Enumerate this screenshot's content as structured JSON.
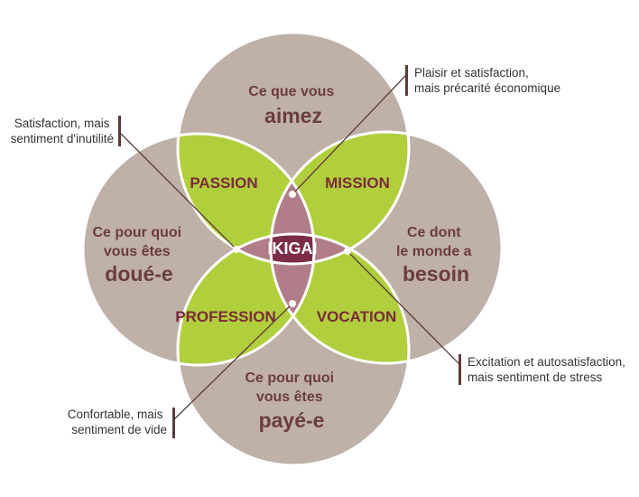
{
  "colors": {
    "circle": "#bfb1a8",
    "overlap": "#b1cf3c",
    "triple": "#b17d88",
    "center": "#7c2c45",
    "lines": "#5b3b3b",
    "circle_text": "#6b3d3d",
    "overlap_text": "#7a2a3c"
  },
  "circles": {
    "top": {
      "line1": "Ce que vous",
      "line2": "aimez"
    },
    "left": {
      "line1": "Ce pour quoi",
      "line2": "vous êtes",
      "line3": "doué-e"
    },
    "right": {
      "line1": "Ce dont",
      "line2": "le monde a",
      "line3": "besoin"
    },
    "bottom": {
      "line1": "Ce pour quoi",
      "line2": "vous êtes",
      "line3": "payé-e"
    }
  },
  "overlaps": {
    "passion": "PASSION",
    "mission": "MISSION",
    "profession": "PROFESSION",
    "vocation": "VOCATION"
  },
  "center": "IKIGAI",
  "annotations": {
    "top_right": {
      "line1": "Plaisir et satisfaction,",
      "line2": "mais précarité économique"
    },
    "top_left": {
      "line1": "Satisfaction, mais",
      "line2": "sentiment d'inutilité"
    },
    "bottom_right": {
      "line1": "Excitation et autosatisfaction,",
      "line2": "mais sentiment de stress"
    },
    "bottom_left": {
      "line1": "Confortable, mais",
      "line2": "sentiment de vide"
    }
  }
}
